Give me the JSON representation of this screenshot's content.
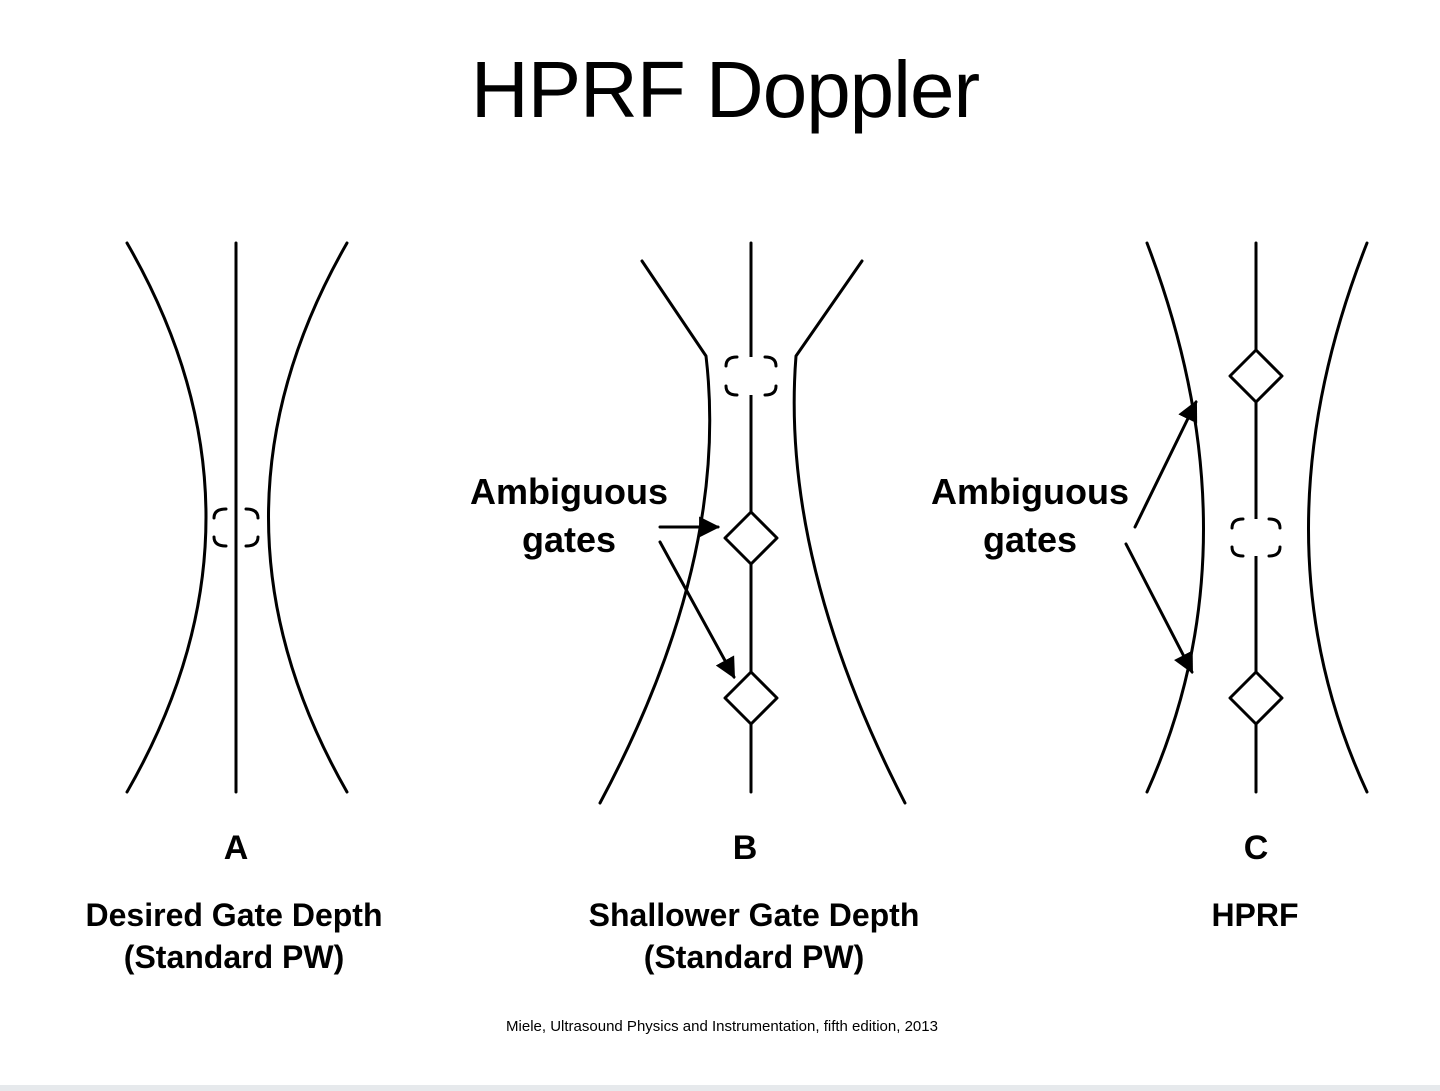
{
  "title": "HPRF Doppler",
  "panels": [
    {
      "letter": "A",
      "caption": [
        "Desired Gate Depth",
        "(Standard PW)"
      ]
    },
    {
      "letter": "B",
      "caption": [
        "Shallower Gate Depth",
        "(Standard PW)"
      ]
    },
    {
      "letter": "C",
      "caption": [
        "HPRF"
      ]
    }
  ],
  "callouts": {
    "panel_b": [
      "Ambiguous",
      "gates"
    ],
    "panel_c": [
      "Ambiguous",
      "gates"
    ]
  },
  "citation": "Miele, Ultrasound Physics and Instrumentation, fifth edition, 2013"
}
